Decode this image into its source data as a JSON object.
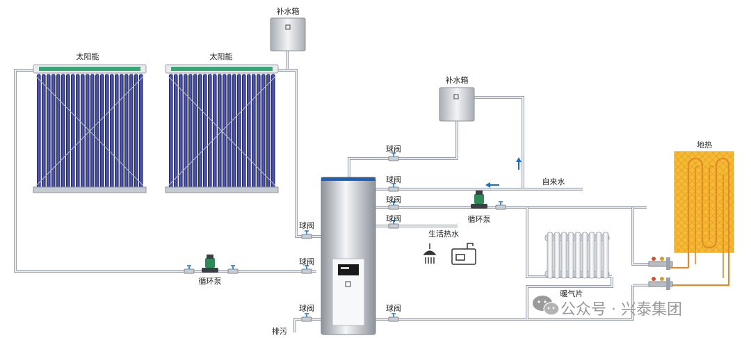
{
  "labels": {
    "solar_1": "太阳能",
    "solar_2": "太阳能",
    "makeup_tank_top": "补水箱",
    "makeup_tank_mid": "补水箱",
    "ball_valve_tank_top": "球阀",
    "ball_valve_tap": "球阀",
    "ball_valve_loop1": "球阀",
    "ball_valve_dhw": "球阀",
    "ball_valve_left_1": "球阀",
    "ball_valve_left_2": "球阀",
    "ball_valve_left_3": "球阀",
    "ball_valve_right_bottom": "球阀",
    "pump_left": "循环泵",
    "pump_right": "循环泵",
    "tap_water": "自来水",
    "domestic_hot_water": "生活热水",
    "radiator": "暖气片",
    "floor_heating": "地热",
    "drain": "排污"
  },
  "watermark": {
    "text": "公众号 · 兴泰集团"
  },
  "colors": {
    "pipe": "#9aa3ad",
    "tube": "#2a2f78",
    "floor_panel": "#f2b630",
    "floor_coil": "#e8912a",
    "pump": "#2f8a57",
    "arrow": "#1b6fc2"
  },
  "icons": [
    "shower-icon",
    "sink-icon",
    "wechat-icon",
    "ball-valve-icon",
    "pump-icon"
  ]
}
